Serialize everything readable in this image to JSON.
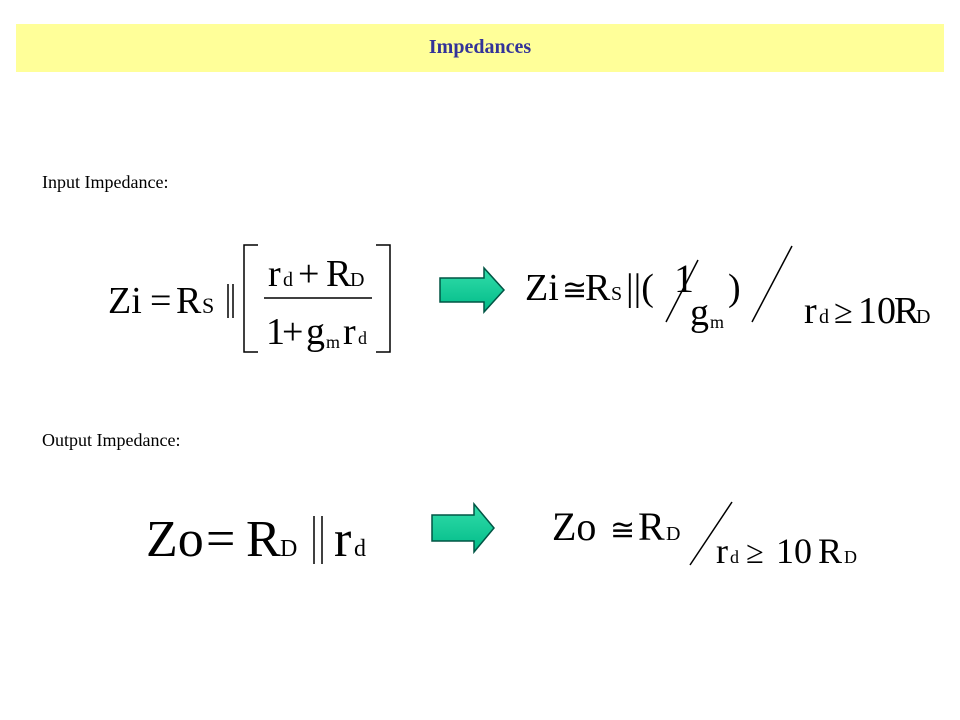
{
  "header": {
    "title": "Impedances"
  },
  "input_section": {
    "label": "Input Impedance:",
    "formula": {
      "lhs": "Zi",
      "eq": "=",
      "rs_R": "R",
      "rs_sub": "S",
      "parallel": "||",
      "num_r": "r",
      "num_r_sub": "d",
      "num_plus": "+",
      "num_R": "R",
      "num_R_sub": "D",
      "den_one": "1",
      "den_plus": "+",
      "den_g": "g",
      "den_g_sub": "m",
      "den_r": "r",
      "den_r_sub": "d"
    },
    "approx": {
      "lhs": "Zi",
      "approx_sym": "≅",
      "R": "R",
      "R_sub": "S",
      "parallel": "||(",
      "one": "1",
      "g": "g",
      "g_sub": "m",
      "close": ")"
    },
    "condition": {
      "r": "r",
      "r_sub": "d",
      "ge": "≥",
      "ten": "10",
      "R": "R",
      "R_sub": "D"
    }
  },
  "output_section": {
    "label": "Output Impedance:",
    "formula": {
      "lhs": "Zo",
      "eq": "=",
      "R": "R",
      "R_sub": "D",
      "parallel": "||",
      "r": "r",
      "r_sub": "d"
    },
    "approx": {
      "lhs": "Zo",
      "approx_sym": "≅",
      "R": "R",
      "R_sub": "D"
    },
    "condition": {
      "r": "r",
      "r_sub": "d",
      "ge": "≥",
      "ten": "10",
      "R": "R",
      "R_sub": "D"
    }
  },
  "colors": {
    "title_bar": "#ffff99",
    "title_text": "#333399",
    "arrow": "#00cc99"
  }
}
